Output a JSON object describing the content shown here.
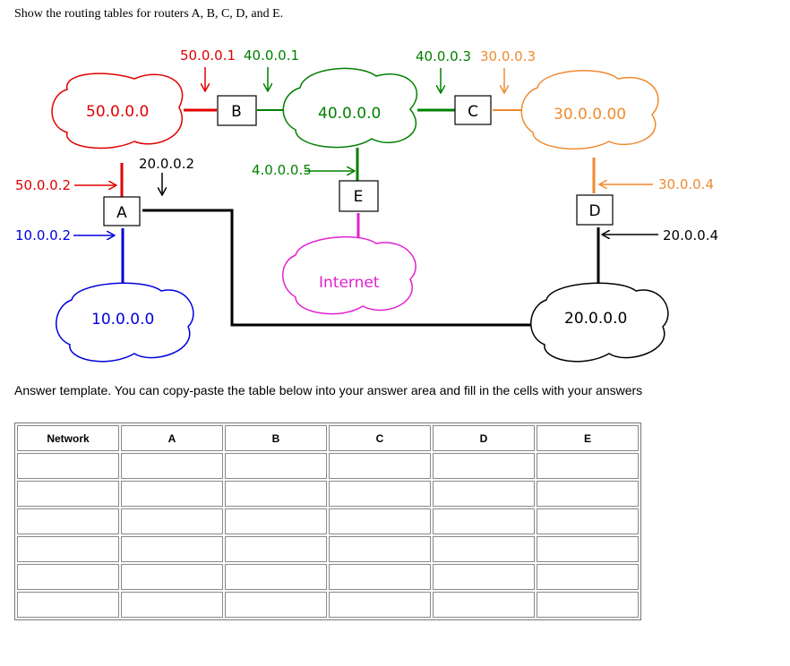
{
  "question": "Show the routing tables for routers A, B, C, D, and E.",
  "colors": {
    "red": "#e00000",
    "green": "#008000",
    "orange": "#f08a30",
    "blue": "#0000dd",
    "magenta": "#e020d0",
    "black": "#000000"
  },
  "diagram": {
    "routers": {
      "a": "A",
      "b": "B",
      "c": "C",
      "d": "D",
      "e": "E"
    },
    "networks": {
      "n50": "50.0.0.0",
      "n40": "40.0.0.0",
      "n30": "30.0.0.00",
      "n10": "10.0.0.0",
      "n20": "20.0.0.0",
      "internet": "Internet"
    },
    "interfaces": {
      "b_red": "50.0.0.1",
      "b_green": "40.0.0.1",
      "c_green": "40.0.0.3",
      "c_orange": "30.0.0.3",
      "a_red": "50.0.0.2",
      "a_black": "20.0.0.2",
      "a_blue": "10.0.0.2",
      "e_green": "4.0.0.0.5",
      "d_orange": "30.0.0.4",
      "d_black": "20.0.0.4"
    }
  },
  "template_note": "Answer template. You can copy-paste the table below into your answer area and fill in the cells with your answers",
  "table": {
    "headers": [
      "Network",
      "A",
      "B",
      "C",
      "D",
      "E"
    ],
    "empty_rows": 6
  }
}
